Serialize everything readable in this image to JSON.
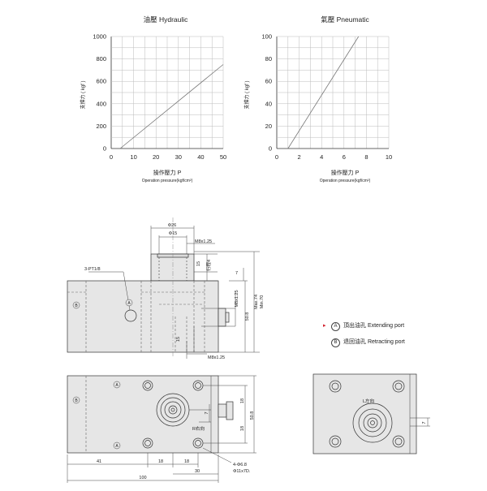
{
  "charts": {
    "hydraulic": {
      "title": "油壓 Hydraulic",
      "ylabel": "支撐力 ( kgf )",
      "xlabel_cn": "操作壓力 P",
      "xlabel_en": "Operation pressure(kgf/cm²)",
      "xticks": [
        "0",
        "10",
        "20",
        "30",
        "40",
        "50"
      ],
      "yticks": [
        "0",
        "200",
        "400",
        "600",
        "800",
        "1000"
      ]
    },
    "pneumatic": {
      "title": "氣壓 Pneumatic",
      "ylabel": "支撐力 ( kgf )",
      "xlabel_cn": "操作壓力 P",
      "xlabel_en": "Operation pressure(kgf/cm²)",
      "xticks": [
        "0",
        "2",
        "4",
        "6",
        "8",
        "10"
      ],
      "yticks": [
        "0",
        "20",
        "40",
        "60",
        "80",
        "100"
      ]
    }
  },
  "chart_data": [
    {
      "type": "line",
      "title": "油壓 Hydraulic",
      "xlabel": "操作壓力 P Operation pressure(kgf/cm²)",
      "ylabel": "支撐力 ( kgf )",
      "xlim": [
        0,
        50
      ],
      "ylim": [
        0,
        1000
      ],
      "grid": true,
      "series": [
        {
          "x": [
            4,
            50
          ],
          "y": [
            0,
            750
          ]
        }
      ]
    },
    {
      "type": "line",
      "title": "氣壓 Pneumatic",
      "xlabel": "操作壓力 P Operation pressure(kgf/cm²)",
      "ylabel": "支撐力 ( kgf )",
      "xlim": [
        0,
        10
      ],
      "ylim": [
        0,
        100
      ],
      "grid": true,
      "series": [
        {
          "x": [
            1,
            7.3
          ],
          "y": [
            0,
            100
          ]
        }
      ]
    }
  ],
  "drawing": {
    "front": {
      "d26": "Φ26",
      "d15": "Φ15",
      "m8_top": "M8x1.25",
      "dim15_top": "15",
      "stroke": "行程4",
      "dim7": "7",
      "port": "3-PT1/8",
      "m8_right": "M8x1.25",
      "max": "Max.74",
      "min": "Min.70",
      "dim508": "50.8",
      "dim15_low": "15",
      "m8_bottom": "M8x1.25",
      "a": "A",
      "b": "B"
    },
    "top": {
      "a1": "A",
      "a2": "A",
      "b": "B",
      "d41": "41",
      "d18a": "18",
      "d18b": "18",
      "d30": "30",
      "d100": "100",
      "d18r1": "18",
      "d18r2": "18",
      "d508": "50.8",
      "d7": "7",
      "right_dir": "R右向",
      "holes1": "4-Φ6.8",
      "holes2": "Φ11x7D."
    },
    "side": {
      "left_dir": "L左向",
      "d7": "7"
    }
  },
  "legend": {
    "extending_symbol": "A",
    "extending_label": "頂出油孔  Extending port",
    "retracting_symbol": "B",
    "retracting_label": "退回油孔  Retracting port"
  }
}
